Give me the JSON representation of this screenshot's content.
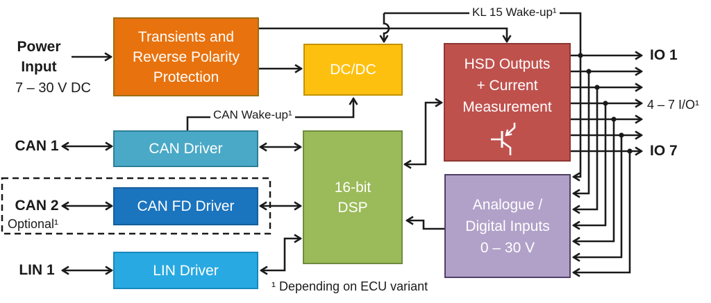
{
  "colors": {
    "wire": "#1A1A1A",
    "background": "#FFFFFF",
    "block_text": "#FFFFFF"
  },
  "blocks": {
    "protection": {
      "lines": [
        "Transients and",
        "Reverse Polarity",
        "Protection"
      ],
      "fill": "#E8720E",
      "border": "#9D6E12"
    },
    "dcdc": {
      "lines": [
        "DC/DC"
      ],
      "fill": "#FEC00F",
      "border": "#C29201"
    },
    "hsd": {
      "lines": [
        "HSD Outputs",
        "+ Current",
        "Measurement"
      ],
      "fill": "#BF514D",
      "border": "#8E3734"
    },
    "dsp": {
      "lines": [
        "16-bit",
        "DSP"
      ],
      "fill": "#9BBA59",
      "border": "#6F8C3F"
    },
    "analog": {
      "lines": [
        "Analogue /",
        "Digital Inputs",
        "0 – 30 V"
      ],
      "fill": "#B1A1C8",
      "border": "#4F3E64"
    },
    "can_driver": {
      "lines": [
        "CAN Driver"
      ],
      "fill": "#4AA9C6",
      "border": "#2E7E97"
    },
    "can_fd_driver": {
      "lines": [
        "CAN FD Driver"
      ],
      "fill": "#1B74BE",
      "border": "#155E9C"
    },
    "lin_driver": {
      "lines": [
        "LIN Driver"
      ],
      "fill": "#29A9E1",
      "border": "#1787BC"
    }
  },
  "labels": {
    "power_line1": "Power",
    "power_line2": "Input",
    "power_line3": "7 – 30 V DC",
    "can1": "CAN 1",
    "can2": "CAN 2",
    "optional": "Optional¹",
    "lin1": "LIN 1",
    "kl15_wakeup": "KL 15 Wake-up¹",
    "can_wakeup": "CAN Wake-up¹",
    "io1": "IO 1",
    "io_4_7": "4 – 7 I/O¹",
    "io7": "IO 7",
    "footnote": "¹ Depending on ECU variant"
  }
}
